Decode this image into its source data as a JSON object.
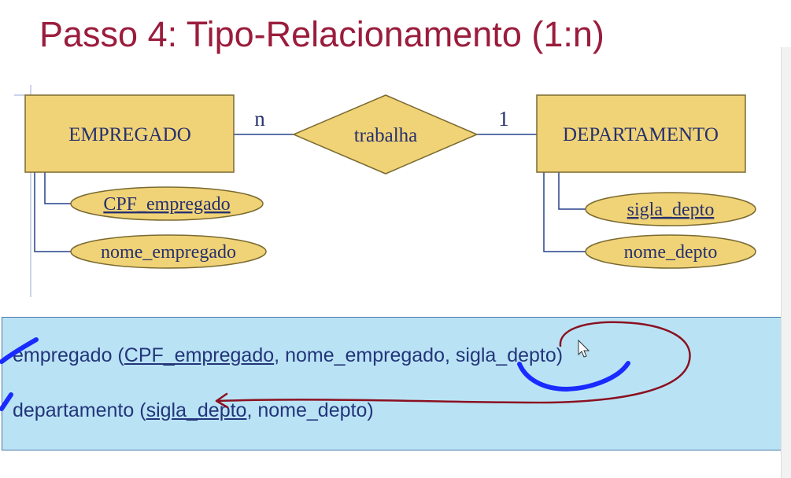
{
  "slide": {
    "title": "Passo 4: Tipo-Relacionamento (1:n)"
  },
  "diagram": {
    "entities": [
      {
        "name": "EMPREGADO"
      },
      {
        "name": "DEPARTAMENTO"
      }
    ],
    "relationship": {
      "name": "trabalha",
      "left_cardinality": "n",
      "right_cardinality": "1"
    },
    "attributes": {
      "empregado": [
        {
          "label": "CPF_empregado",
          "key": true
        },
        {
          "label": "nome_empregado",
          "key": false
        }
      ],
      "departamento": [
        {
          "label": "sigla_depto",
          "key": true
        },
        {
          "label": "nome_depto",
          "key": false
        }
      ]
    }
  },
  "relations": {
    "empregado": {
      "name": "empregado",
      "open": " (",
      "pk": "CPF_empregado",
      "sep1": ", ",
      "attr1": "nome_empregado",
      "sep2": ", ",
      "attr2": "sigla_depto",
      "close": ")"
    },
    "departamento": {
      "name": "departamento",
      "open": " (",
      "pk": "sigla_depto",
      "sep1": ", ",
      "attr1": "nome_depto",
      "close": ")"
    }
  },
  "colors": {
    "title": "#9b1c3c",
    "entity_fill": "#f0d377",
    "entity_border": "#7a6a30",
    "line": "#27408b",
    "relation_bg": "#b9e3f5",
    "annotation_blue": "#1a2bff",
    "annotation_red": "#8b1020"
  }
}
